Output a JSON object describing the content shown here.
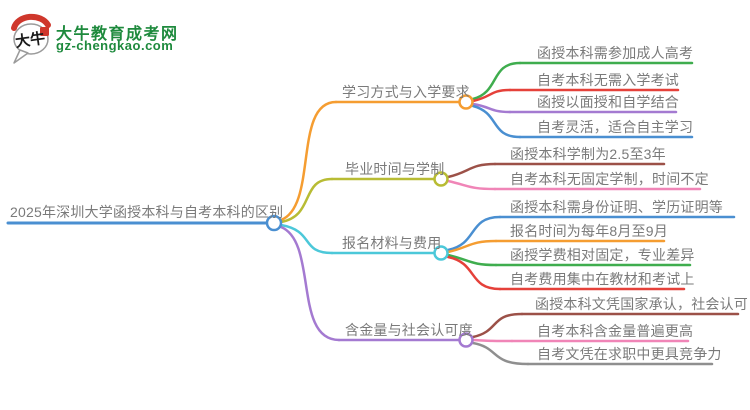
{
  "logo": {
    "icon_text": "大牛",
    "title": "大牛教育成考网",
    "subtitle": "gz-chengkao.com",
    "brand_green": "#1e8a3d",
    "accent_red": "#cf372c"
  },
  "mindmap": {
    "text_color": "#7a7a7a",
    "root": {
      "label": "2025年深圳大学函授本科与自考本科的区别",
      "color": "#4a8fd1"
    },
    "branches": [
      {
        "label": "学习方式与入学要求",
        "color": "#f59d31",
        "children": [
          {
            "label": "函授本科需参加成人高考",
            "color": "#3fad4e"
          },
          {
            "label": "自考本科无需入学考试",
            "color": "#e5413a"
          },
          {
            "label": "函授以面授和自学结合",
            "color": "#a47ad1"
          },
          {
            "label": "自考灵活，适合自主学习",
            "color": "#4a8fd1"
          }
        ]
      },
      {
        "label": "毕业时间与学制",
        "color": "#b8bc34",
        "children": [
          {
            "label": "函授本科学制为2.5至3年",
            "color": "#9c5148"
          },
          {
            "label": "自考本科无固定学制，时间不定",
            "color": "#f085b7"
          }
        ]
      },
      {
        "label": "报名材料与费用",
        "color": "#4cc8d9",
        "children": [
          {
            "label": "函授本科需身份证明、学历证明等",
            "color": "#4a8fd1"
          },
          {
            "label": "报名时间为每年8月至9月",
            "color": "#f59d31"
          },
          {
            "label": "函授学费相对固定，专业差异",
            "color": "#3fad4e"
          },
          {
            "label": "自考费用集中在教材和考试上",
            "color": "#e5413a"
          }
        ]
      },
      {
        "label": "含金量与社会认可度",
        "color": "#a47ad1",
        "children": [
          {
            "label": "函授本科文凭国家承认，社会认可",
            "color": "#9c5148"
          },
          {
            "label": "自考本科含金量普遍更高",
            "color": "#f085b7"
          },
          {
            "label": "自考文凭在求职中更具竞争力",
            "color": "#8f8f8f"
          }
        ]
      }
    ]
  }
}
